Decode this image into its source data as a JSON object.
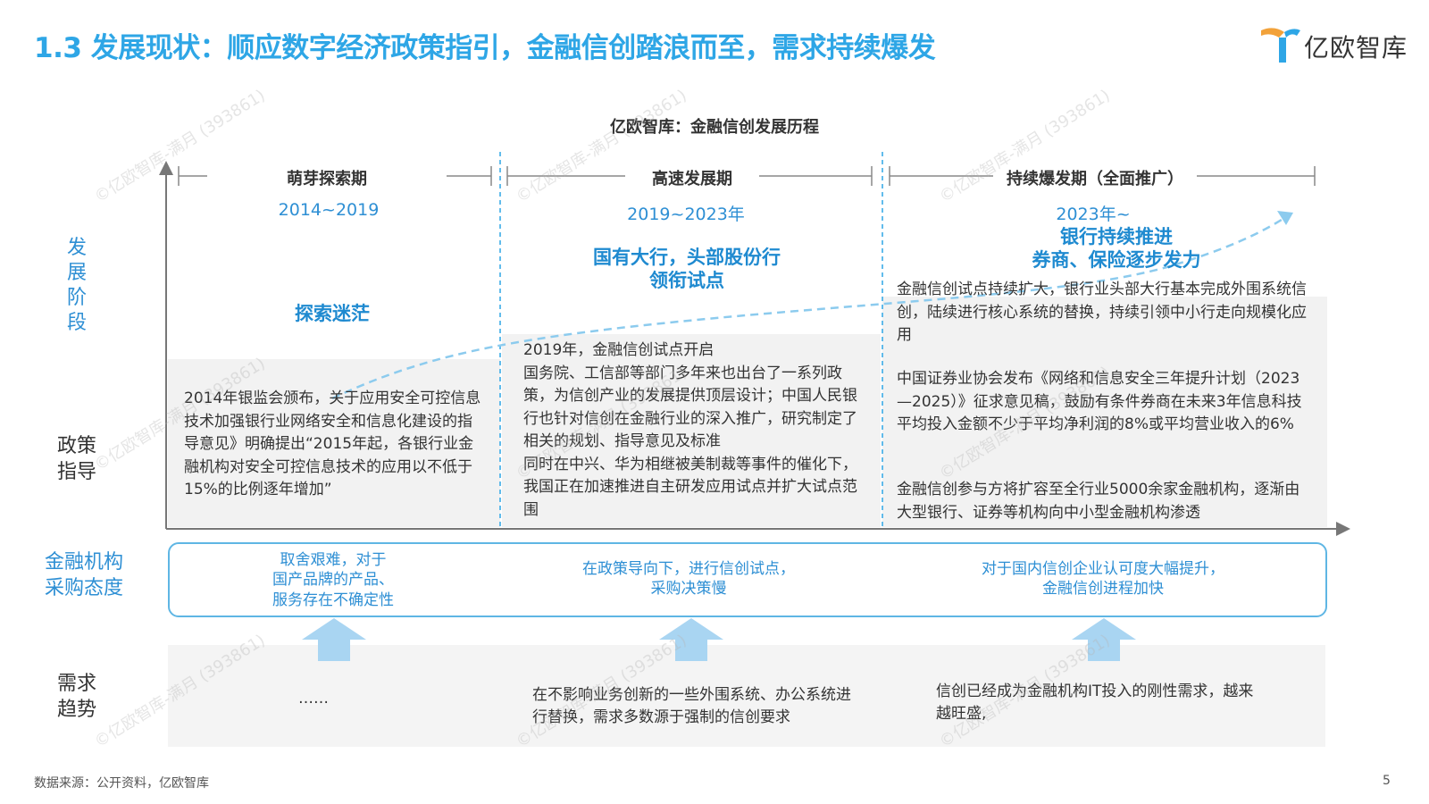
{
  "header": {
    "title": "1.3 发展现状：顺应数字经济政策指引，金融信创踏浪而至，需求持续爆发",
    "logo_text": "亿欧智库"
  },
  "chart_title": "亿欧智库：金融信创发展历程",
  "row_labels": {
    "stage": "发\n展\n阶\n段",
    "policy": "政策\n指导",
    "attitude": "金融机构\n采购态度",
    "demand": "需求\n趋势"
  },
  "phases": [
    {
      "name": "萌芽探索期",
      "years": "2014~2019",
      "highlight": "探索迷茫",
      "policy": "2014年银监会颁布，关于应用安全可控信息技术加强银行业网络安全和信息化建设的指导意见》明确提出“2015年起，各银行业金融机构对安全可控信息技术的应用以不低于15%的比例逐年增加”",
      "attitude": "取舍艰难，对于\n国产品牌的产品、\n服务存在不确定性",
      "demand": "……"
    },
    {
      "name": "高速发展期",
      "years": "2019~2023年",
      "highlight": "国有大行，头部股份行\n领衔试点",
      "policy": "2019年，金融信创试点开启\n国务院、工信部等部门多年来也出台了一系列政策，为信创产业的发展提供顶层设计；中国人民银行也针对信创在金融行业的深入推广，研究制定了相关的规划、指导意见及标准\n同时在中兴、华为相继被美制裁等事件的催化下，我国正在加速推进自主研发应用试点并扩大试点范围",
      "attitude": "在政策导向下，进行信创试点，\n采购决策慢",
      "demand": "在不影响业务创新的一些外围系统、办公系统进行替换，需求多数源于强制的信创要求"
    },
    {
      "name": "持续爆发期（全面推广）",
      "years": "2023年~",
      "highlight": "银行持续推进\n券商、保险逐步发力",
      "policy_1": "金融信创试点持续扩大，银行业头部大行基本完成外围系统信创，陆续进行核心系统的替换，持续引领中小行走向规模化应用",
      "policy_2": "中国证券业协会发布《网络和信息安全三年提升计划（2023—2025）》征求意见稿，鼓励有条件券商在未来3年信息科技平均投入金额不少于平均净利润的8%或平均营业收入的6%",
      "policy_3": "金融信创参与方将扩容至全行业5000余家金融机构，逐渐由大型银行、证券等机构向中小型金融机构渗透",
      "attitude": "对于国内信创企业认可度大幅提升，\n金融信创进程加快",
      "demand": "信创已经成为金融机构IT投入的刚性需求，越来越旺盛,"
    }
  ],
  "footer": {
    "source": "数据来源：公开资料，亿欧智库",
    "page": "5"
  },
  "watermark": "©亿欧智库-满月 (393861)",
  "colors": {
    "accent": "#2ea6e6",
    "panel": "#f2f2f2",
    "arrow": "#a9d5f2"
  }
}
